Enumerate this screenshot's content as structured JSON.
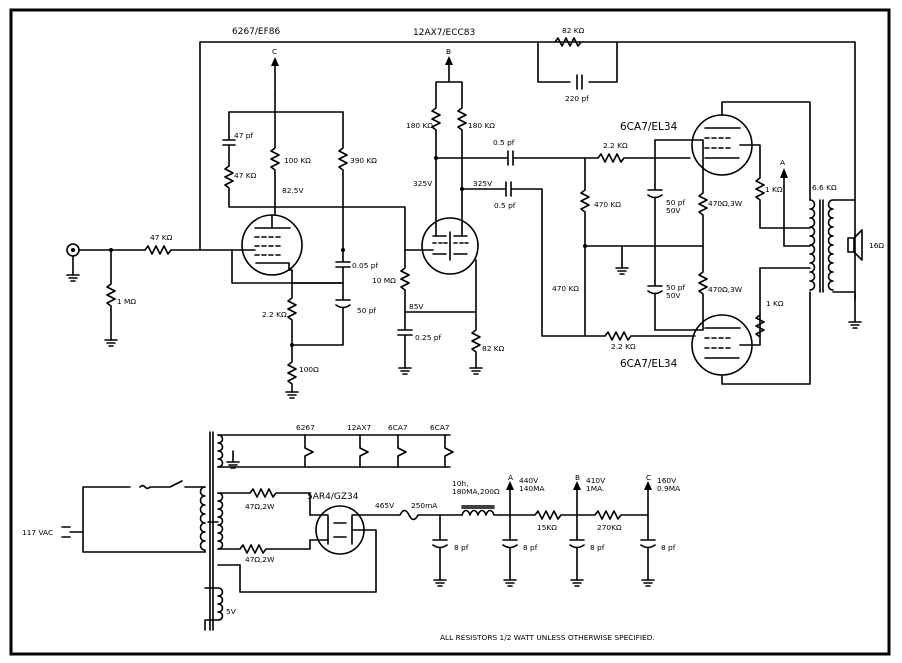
{
  "tubes": {
    "ef86": "6267/EF86",
    "ecc83": "12AX7/ECC83",
    "el34_top": "6CA7/EL34",
    "el34_bottom": "6CA7/EL34",
    "rectifier": "5AR4/GZ34"
  },
  "supply_nodes": {
    "a": "A",
    "b": "B",
    "c": "C"
  },
  "components": {
    "r_fb": "82 KΩ",
    "c_fb": "220 pf",
    "c47": "47 pf",
    "r47k": "47 KΩ",
    "r100k": "100 KΩ",
    "r390k": "390 KΩ",
    "v825": "82.5V",
    "c005": "0.05 pf",
    "c50a": "50 pf",
    "r22k_cath": "2.2 KΩ",
    "r100ohm": "100Ω",
    "r180k_l": "180 KΩ",
    "r180k_r": "180 KΩ",
    "v325a": "325V",
    "v325b": "325V",
    "c05a": "0.5 pf",
    "c05b": "0.5 pf",
    "r10m": "10 MΩ",
    "v85": "85V",
    "c025": "0.25 pf",
    "r82k": "82 KΩ",
    "r22k_gt": "2.2 KΩ",
    "r22k_gb": "2.2 KΩ",
    "r470k_a": "470 KΩ",
    "r470k_b": "470 KΩ",
    "c50_50a": "50 pf\n50V",
    "c50_50b": "50 pf\n50V",
    "r470w_a": "470Ω,3W",
    "r470w_b": "470Ω,3W",
    "r1k_a": "1 KΩ",
    "r1k_b": "1 KΩ",
    "xfmr": "6.6 KΩ",
    "spk": "16Ω",
    "r_in47k": "47 KΩ",
    "r_in1m": "1 MΩ"
  },
  "heaters": {
    "h1": "6267",
    "h2": "12AX7",
    "h3": "6CA7",
    "h4": "6CA7"
  },
  "supply": {
    "vac": "117 VAC",
    "r47_1": "47Ω,2W",
    "r47_2": "47Ω,2W",
    "v5": "5V",
    "v465": "465V",
    "i250": "250mA",
    "choke": "10h,\n180MA,200Ω",
    "a_v": "440V\n140MA",
    "b_v": "410V\n1MA.",
    "c_v": "160V\n0.9MA",
    "r15k": "15KΩ",
    "r270k": "270KΩ",
    "c8": "8 pf"
  },
  "note": "ALL RESISTORS 1/2 WATT UNLESS OTHERWISE SPECIFIED."
}
